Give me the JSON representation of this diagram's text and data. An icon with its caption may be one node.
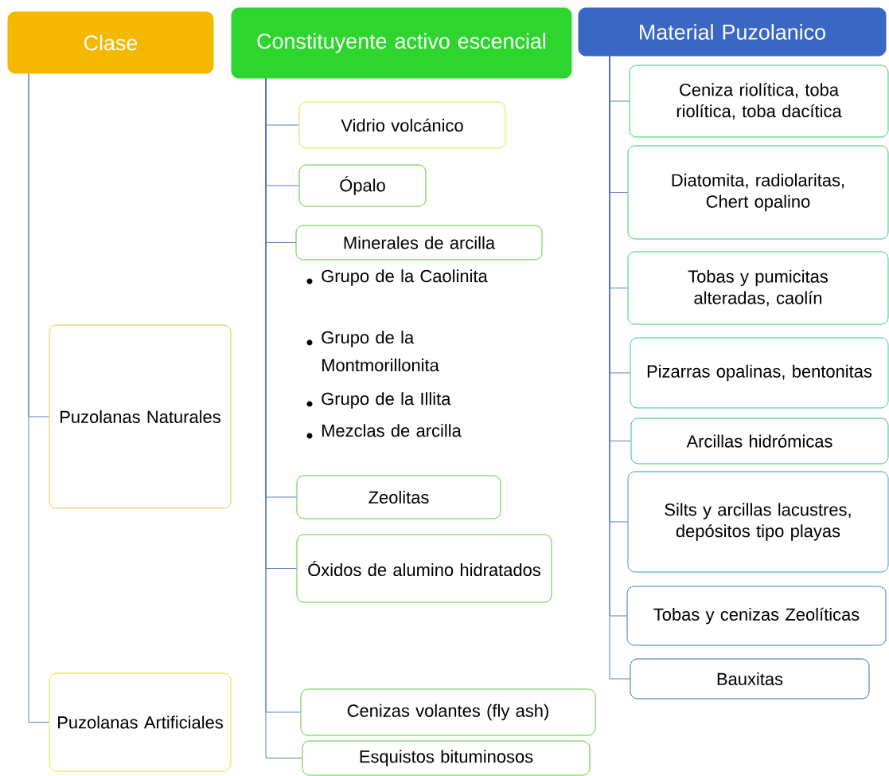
{
  "diagram": {
    "nodes": [
      {
        "text": [
          "Clase"
        ]
      },
      {
        "text": [
          "Constituyente activo escencial"
        ]
      },
      {
        "text": [
          "Material Puzolanico"
        ]
      },
      {
        "text": [
          "Puzolanas Naturales"
        ]
      },
      {
        "text": [
          "Puzolanas Artificiales"
        ]
      },
      {
        "text": [
          "Vidrio volcánico"
        ]
      },
      {
        "text": [
          "Ópalo"
        ]
      },
      {
        "text": [
          "Minerales de arcilla"
        ],
        "beside": [
          "Grupo de la Caolinita",
          "Grupo de la Montmorillonita",
          "Grupo de la Illita",
          "Mezclas de arcilla"
        ]
      },
      {
        "text": [
          "Zeolitas"
        ]
      },
      {
        "text": [
          "Óxidos de alumino hidratados"
        ]
      },
      {
        "text": [
          "Cenizas volantes (fly ash)"
        ]
      },
      {
        "text": [
          "Esquistos bituminosos"
        ]
      },
      {
        "text": [
          "Ceniza riolítica, toba riolítica, toba dacítica"
        ]
      },
      {
        "text": [
          "Diatomita, radiolaritas, Chert opalino"
        ]
      },
      {
        "text": [
          "Tobas y pumicitas alteradas, caolín"
        ]
      },
      {
        "text": [
          "Pizarras opalinas, bentonitas"
        ]
      },
      {
        "text": [
          "Arcillas hidrómicas"
        ]
      },
      {
        "text": [
          "Silts y arcillas lacustres, depósitos tipo playas"
        ]
      },
      {
        "text": [
          "Tobas y cenizas Zeolíticas"
        ]
      },
      {
        "text": [
          "Bauxitas"
        ]
      }
    ],
    "edges": [
      {
        "from": 0,
        "to": 3,
        "arrow": "none"
      },
      {
        "from": 0,
        "to": 4,
        "arrow": "none"
      },
      {
        "from": 1,
        "to": 5,
        "arrow": "none"
      },
      {
        "from": 1,
        "to": 6,
        "arrow": "none"
      },
      {
        "from": 1,
        "to": 7,
        "arrow": "none"
      },
      {
        "from": 1,
        "to": 8,
        "arrow": "none"
      },
      {
        "from": 1,
        "to": 9,
        "arrow": "none"
      },
      {
        "from": 1,
        "to": 10,
        "arrow": "none"
      },
      {
        "from": 1,
        "to": 11,
        "arrow": "none"
      },
      {
        "from": 2,
        "to": 12,
        "arrow": "none"
      },
      {
        "from": 2,
        "to": 13,
        "arrow": "none"
      },
      {
        "from": 2,
        "to": 14,
        "arrow": "none"
      },
      {
        "from": 2,
        "to": 15,
        "arrow": "none"
      },
      {
        "from": 2,
        "to": 16,
        "arrow": "none"
      },
      {
        "from": 2,
        "to": 17,
        "arrow": "none"
      },
      {
        "from": 2,
        "to": 18,
        "arrow": "none"
      },
      {
        "from": 2,
        "to": 19,
        "arrow": "none"
      }
    ]
  }
}
